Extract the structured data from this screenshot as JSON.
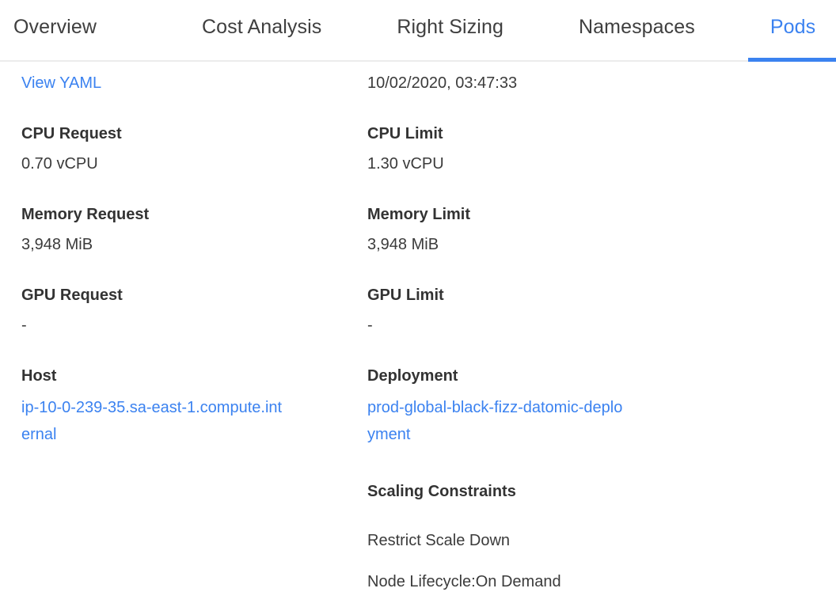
{
  "tabs": [
    {
      "label": "Overview",
      "active": false
    },
    {
      "label": "Cost Analysis",
      "active": false
    },
    {
      "label": "Right Sizing",
      "active": false
    },
    {
      "label": "Namespaces",
      "active": false
    },
    {
      "label": "Pods",
      "active": true
    }
  ],
  "colors": {
    "accent": "#3b82f0",
    "label_text": "#333333",
    "value_text": "#3b3b3b",
    "divider": "#ececec",
    "background": "#ffffff"
  },
  "details": {
    "view_yaml_label": "View YAML",
    "timestamp": "10/02/2020, 03:47:33",
    "cpu_request": {
      "label": "CPU Request",
      "value": "0.70 vCPU"
    },
    "cpu_limit": {
      "label": "CPU Limit",
      "value": "1.30 vCPU"
    },
    "memory_request": {
      "label": "Memory Request",
      "value": "3,948 MiB"
    },
    "memory_limit": {
      "label": "Memory Limit",
      "value": "3,948 MiB"
    },
    "gpu_request": {
      "label": "GPU Request",
      "value": "-"
    },
    "gpu_limit": {
      "label": "GPU Limit",
      "value": "-"
    },
    "host": {
      "label": "Host",
      "value": "ip-10-0-239-35.sa-east-1.compute.internal"
    },
    "deployment": {
      "label": "Deployment",
      "value": "prod-global-black-fizz-datomic-deployment"
    },
    "scaling_constraints": {
      "label": "Scaling Constraints",
      "items": [
        "Restrict Scale Down",
        "Node Lifecycle:On Demand"
      ]
    }
  }
}
